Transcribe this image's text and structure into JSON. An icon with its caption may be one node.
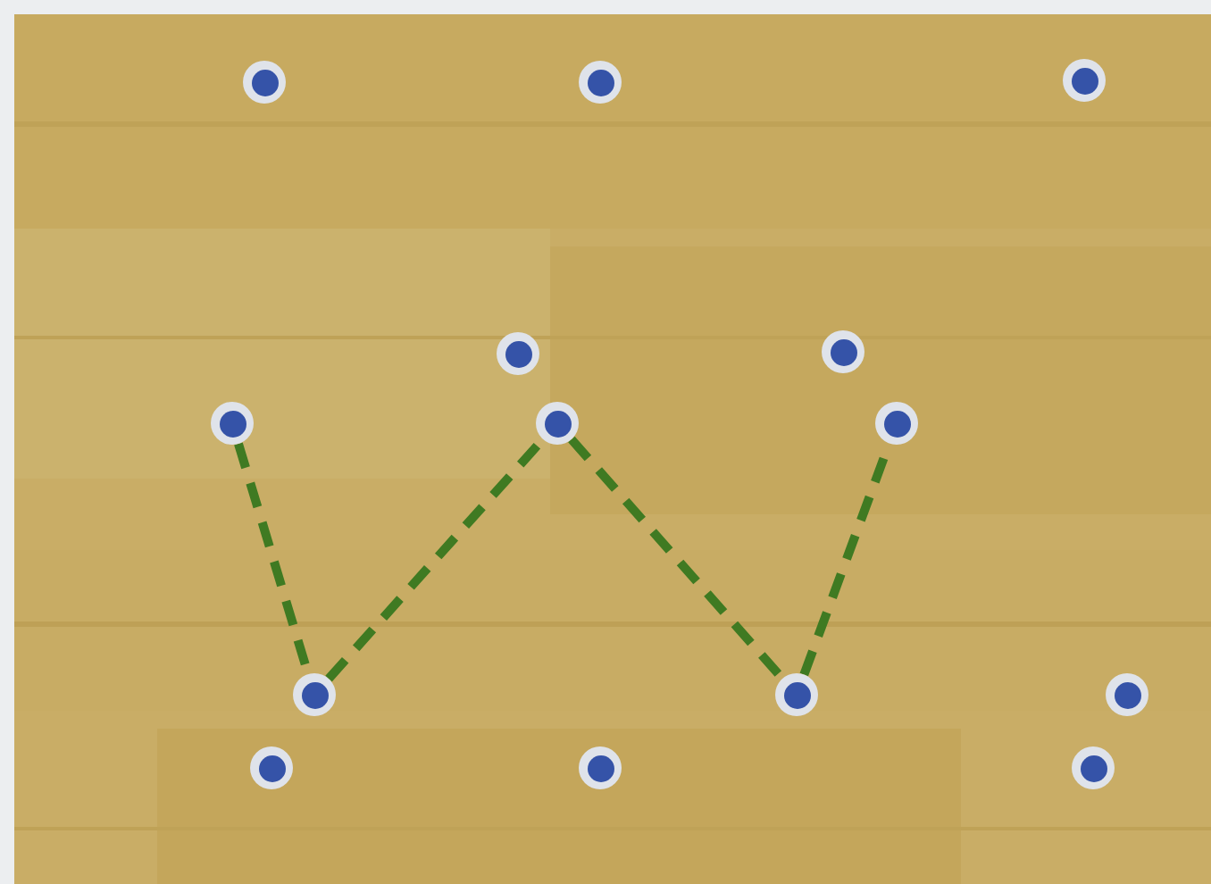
{
  "diagram": {
    "nodes": [
      {
        "text": [],
        "shape": "circle"
      },
      {
        "text": [],
        "shape": "circle"
      },
      {
        "text": [],
        "shape": "circle"
      },
      {
        "text": [],
        "shape": "circle"
      },
      {
        "text": [],
        "shape": "circle"
      },
      {
        "text": [],
        "shape": "circle"
      },
      {
        "text": [],
        "shape": "circle"
      },
      {
        "text": [],
        "shape": "circle"
      },
      {
        "text": [],
        "shape": "circle"
      },
      {
        "text": [],
        "shape": "circle"
      },
      {
        "text": [],
        "shape": "circle"
      },
      {
        "text": [],
        "shape": "circle"
      },
      {
        "text": [],
        "shape": "circle"
      },
      {
        "text": [],
        "shape": "circle"
      }
    ],
    "edges": [
      {
        "from": 5,
        "to": 8,
        "arrow": "none",
        "style": "dashed"
      },
      {
        "from": 8,
        "to": 6,
        "arrow": "none",
        "style": "dashed"
      },
      {
        "from": 6,
        "to": 9,
        "arrow": "none",
        "style": "dashed"
      },
      {
        "from": 9,
        "to": 7,
        "arrow": "none",
        "style": "dashed"
      }
    ]
  }
}
